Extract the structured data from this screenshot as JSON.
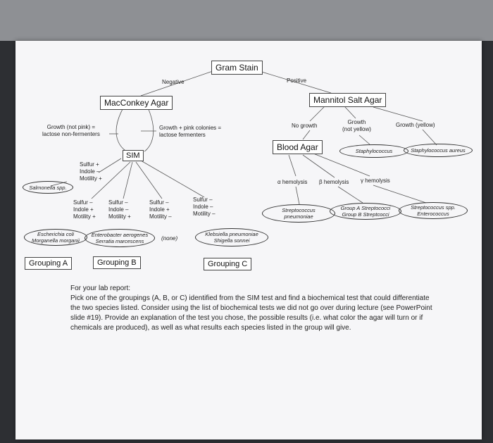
{
  "title": "Gram Stain",
  "branches": {
    "negative": "Negative",
    "positive": "Positive"
  },
  "macconkey": {
    "label": "MacConkey Agar",
    "left_result": [
      "Growth (not pink) =",
      "lactose non-fermenters"
    ],
    "right_result": [
      "Growth + pink colonies =",
      "lactose fermenters"
    ]
  },
  "sim": {
    "label": "SIM",
    "salmonella_result": [
      "Sulfur +",
      "Indole –",
      "Motility +"
    ],
    "salmonella": "Salmonella spp.",
    "results": [
      [
        "Sulfur –",
        "Indole +",
        "Motility +"
      ],
      [
        "Sulfur –",
        "Indole –",
        "Motility +"
      ],
      [
        "Sulfur –",
        "Indole +",
        "Motility –"
      ],
      [
        "Sulfur –",
        "Indole –",
        "Motility –"
      ]
    ],
    "organisms": [
      [
        "Escherichia coli",
        "Morganella morganii"
      ],
      [
        "Enterobacter aerogenes",
        "Serratia marcescens"
      ],
      [
        "(none)"
      ],
      [
        "Klebsiella pneumoniae",
        "Shigella  sonnei"
      ]
    ]
  },
  "groupings": [
    "Grouping A",
    "Grouping B",
    "Grouping C"
  ],
  "mannitol": {
    "label": "Mannitol Salt Agar",
    "no_growth": "No growth",
    "growth_not_yellow": [
      "Growth",
      "(not yellow)"
    ],
    "growth_yellow": "Growth (yellow)",
    "staph": "Staphylococcus",
    "staph_aureus": "Staphylococcus aureus"
  },
  "blood": {
    "label": "Blood Agar",
    "alpha": "α hemolysis",
    "beta": "β hemolysis",
    "gamma": "γ hemolysis",
    "alpha_org": [
      "Streptococcus",
      "pneumoniae"
    ],
    "beta_org": [
      "Group A Streptococci",
      "Group B Streptcocci"
    ],
    "gamma_org": [
      "Streptococcus spp.",
      "Enterococcus"
    ]
  },
  "report": {
    "heading": "For your lab report:",
    "body": "Pick one of the groupings (A, B, or C) identified from the SIM test and find a biochemical test that could differentiate the two species listed. Consider using the list of biochemical tests we did not go over during lecture (see PowerPoint slide #19). Provide an explanation of the test you chose, the possible results (i.e. what color the agar will turn or if chemicals are produced), as well as what results each species listed in the group will give."
  }
}
